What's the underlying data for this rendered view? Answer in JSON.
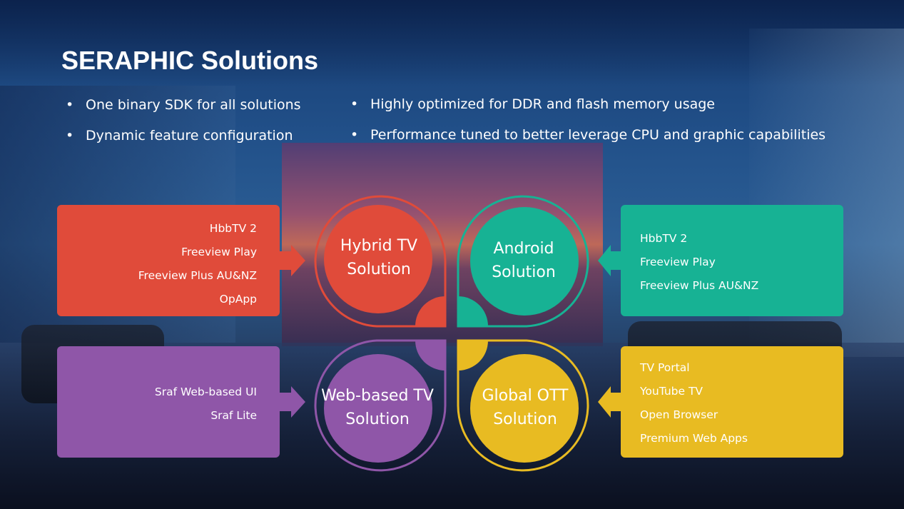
{
  "slide": {
    "title": "SERAPHIC Solutions",
    "bullets_left": [
      "One binary SDK for all solutions",
      "Dynamic feature configuration"
    ],
    "bullets_right": [
      "Highly optimized for DDR and flash memory usage",
      "Performance tuned to better leverage CPU and graphic capabilities"
    ]
  },
  "solutions": {
    "hybrid": {
      "name_line1": "Hybrid TV",
      "name_line2": "Solution",
      "features": [
        "HbbTV 2",
        "Freeview Play",
        "Freeview Plus AU&NZ",
        "OpApp"
      ],
      "color": "#e04b3a"
    },
    "android": {
      "name_line1": "Android",
      "name_line2": "Solution",
      "features": [
        "HbbTV 2",
        "Freeview Play",
        "Freeview Plus AU&NZ"
      ],
      "color": "#17b294"
    },
    "web": {
      "name_line1": "Web-based TV",
      "name_line2": "Solution",
      "features": [
        "Sraf Web-based UI",
        "Sraf Lite"
      ],
      "color": "#8f56a8"
    },
    "ott": {
      "name_line1": "Global OTT",
      "name_line2": "Solution",
      "features": [
        "TV Portal",
        "YouTube TV",
        "Open Browser",
        "Premium Web Apps"
      ],
      "color": "#e8bb22"
    }
  }
}
